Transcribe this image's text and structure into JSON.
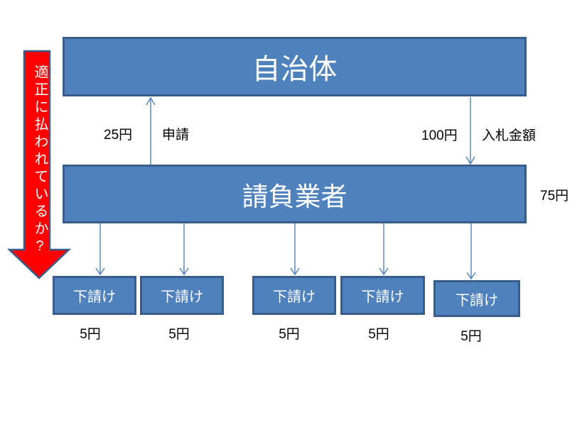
{
  "diagram": {
    "alert": {
      "text": "適正に払われているか?"
    },
    "municipality": {
      "label": "自治体"
    },
    "contractor": {
      "label": "請負業者",
      "remainder": "75円"
    },
    "application": {
      "amount": "25円",
      "label": "申請",
      "direction": "up"
    },
    "bid": {
      "amount": "100円",
      "label": "入札金額",
      "direction": "down"
    },
    "subcontractors": [
      {
        "label": "下請け",
        "amount": "5円"
      },
      {
        "label": "下請け",
        "amount": "5円"
      },
      {
        "label": "下請け",
        "amount": "5円"
      },
      {
        "label": "下請け",
        "amount": "5円"
      },
      {
        "label": "下請け",
        "amount": "5円"
      }
    ],
    "colors": {
      "node_fill": "#4F81BD",
      "node_border": "#385D8A",
      "connector": "#4F81BD",
      "alert_fill": "#FF0000",
      "alert_border": "#385D8A",
      "node_text": "#FFFFFF",
      "label_text": "#000000"
    }
  }
}
